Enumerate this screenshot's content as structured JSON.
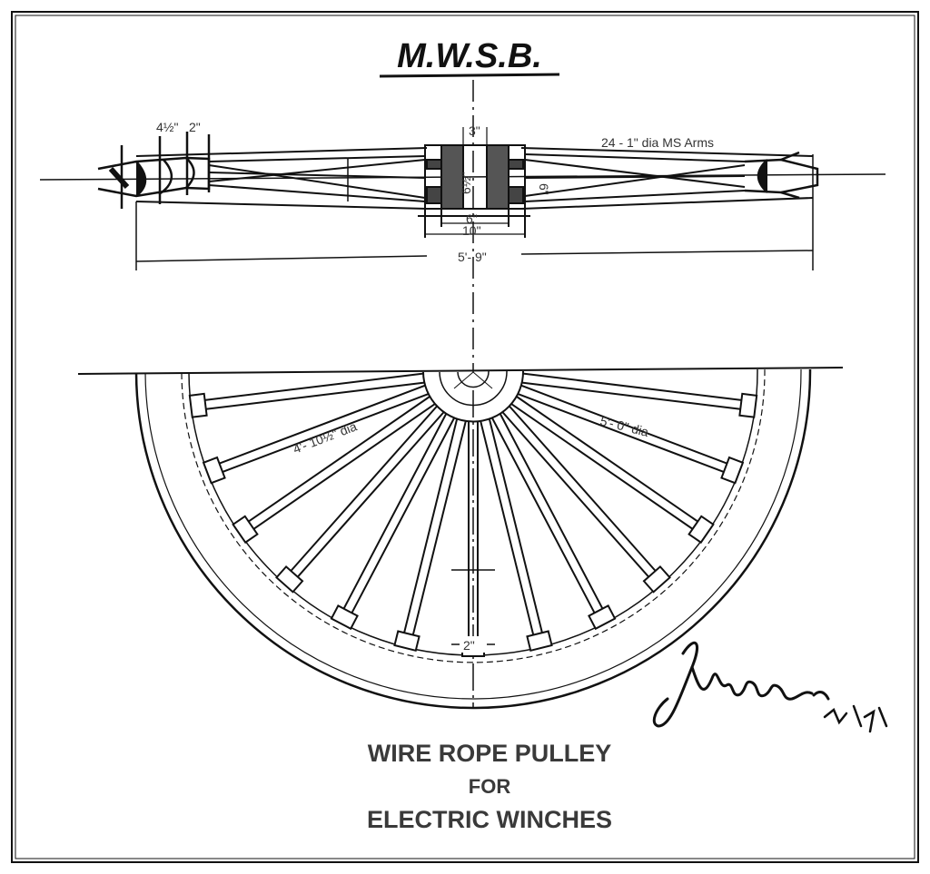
{
  "title": "M.W.S.B.",
  "dimensions": {
    "flange_width": "4½\"",
    "flange_depth": "2\"",
    "hub_width": "3\"",
    "arms": "24 - 1\" dia MS Arms",
    "hub_bore": "6½\"",
    "hub_side": "6\"",
    "hub_inner": "6\"",
    "hub_outer": "10\"",
    "overall": "5'- 9\"",
    "inner_dia": "4'- 10½\" dia",
    "pitch_dia": "5'- 0\" dia",
    "rim_section": "2\""
  },
  "caption": {
    "line1": "WIRE ROPE PULLEY",
    "line2": "FOR",
    "line3": "ELECTRIC WINCHES"
  },
  "signature": {
    "name": "J. Mc...",
    "date": "24/9/13"
  },
  "colors": {
    "ink": "#111111",
    "paper": "#ffffff",
    "caption": "#3a3a3a"
  }
}
